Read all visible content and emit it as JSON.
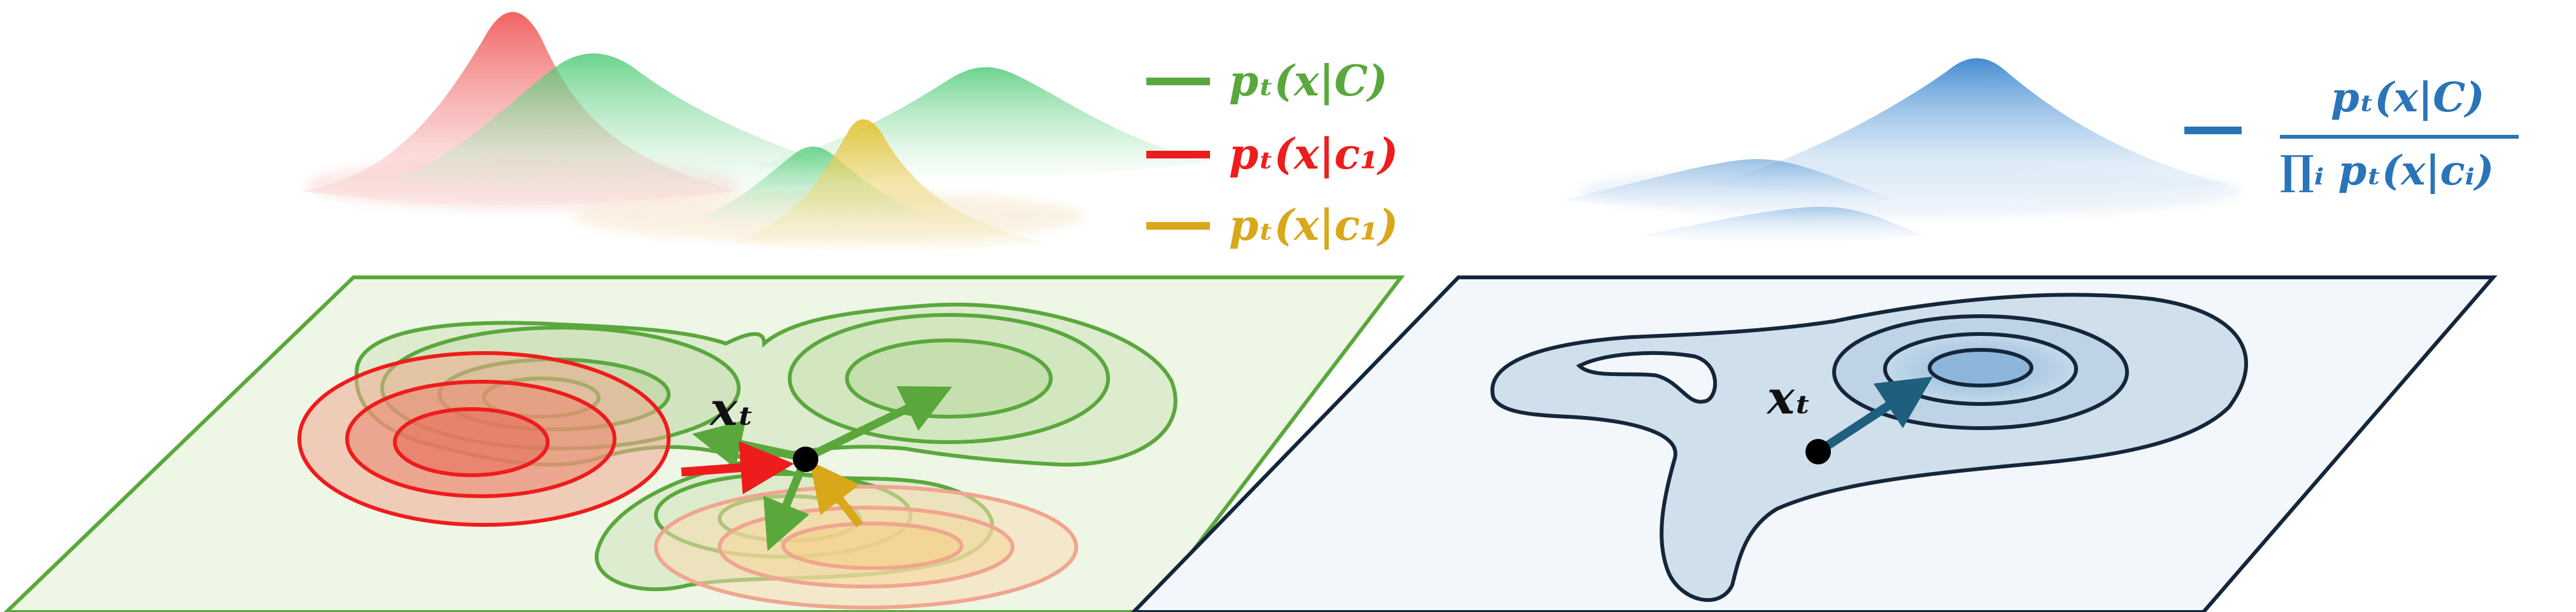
{
  "legend_left": [
    {
      "label": "pₜ(x|C)",
      "color": "#5aa83c"
    },
    {
      "label": "pₜ(x|c₁)",
      "color": "#ee1c1c"
    },
    {
      "label": "pₜ(x|c₁)",
      "color": "#d8a71a"
    }
  ],
  "legend_right": {
    "numerator": "pₜ(x|C)",
    "denominator": "∏ᵢ pₜ(x|cᵢ)",
    "color": "#2a74b8"
  },
  "left_panel": {
    "point_label": "xₜ",
    "border_color": "#5aa83c"
  },
  "right_panel": {
    "point_label": "xₜ",
    "border_color": "#14263a"
  },
  "colors": {
    "green": "#5aa83c",
    "red": "#ee1c1c",
    "yellow": "#d8a71a",
    "blue": "#2a74b8",
    "dark_arrow": "#1f5f7e"
  }
}
